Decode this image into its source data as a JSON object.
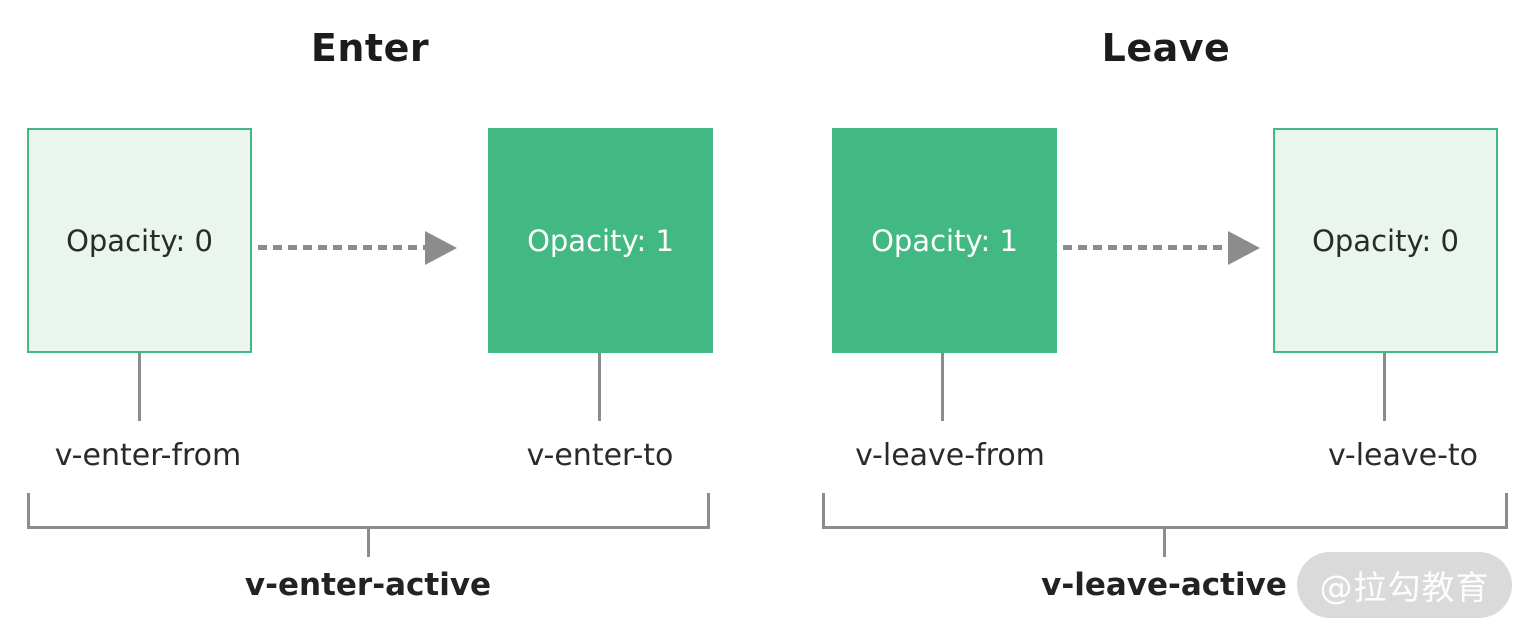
{
  "colors": {
    "green_solid": "#42b983",
    "green_border": "#42b983",
    "green_light": "#eaf5ee",
    "gray_line": "#8c8c8c",
    "text_dark": "#2a2a2a",
    "title_dark": "#1c1c1c",
    "watermark_bg": "#dadada",
    "watermark_text": "#fdfdfd"
  },
  "panels": [
    {
      "title": "Enter",
      "from_box": {
        "label": "Opacity: 0",
        "style": "light"
      },
      "to_box": {
        "label": "Opacity: 1",
        "style": "solid"
      },
      "from_class": "v-enter-from",
      "to_class": "v-enter-to",
      "active_class": "v-enter-active"
    },
    {
      "title": "Leave",
      "from_box": {
        "label": "Opacity: 1",
        "style": "solid"
      },
      "to_box": {
        "label": "Opacity: 0",
        "style": "light"
      },
      "from_class": "v-leave-from",
      "to_class": "v-leave-to",
      "active_class": "v-leave-active"
    }
  ],
  "watermark": {
    "text": "@拉勾教育"
  }
}
